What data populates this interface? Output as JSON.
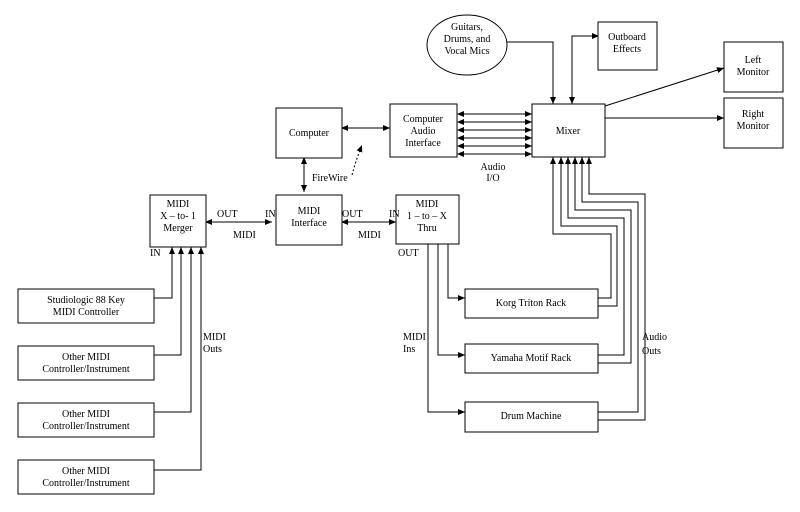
{
  "nodes": {
    "mics": "Guitars,|Drums, and|Vocal Mics",
    "effects": "Outboard|Effects",
    "left_monitor": "Left|Monitor",
    "right_monitor": "Right|Monitor",
    "computer": "Computer",
    "audio_interface": "Computer|Audio|Interface",
    "mixer": "Mixer",
    "merger": "MIDI|X – to- 1|Merger",
    "midi_interface": "MIDI|Interface",
    "thru": "MIDI|1 – to – X|Thru",
    "controller_88": "Studiologic 88 Key|MIDI Controller",
    "other_1": "Other MIDI|Controller/Instrument",
    "other_2": "Other MIDI|Controller/Instrument",
    "other_3": "Other MIDI|Controller/Instrument",
    "korg": "Korg Triton Rack",
    "yamaha": "Yamaha Motif Rack",
    "drum": "Drum Machine"
  },
  "labels": {
    "firewire": "FireWire",
    "audio_io": "Audio|I/O",
    "merger_in": "IN",
    "merger_out": "OUT",
    "iface_in": "IN",
    "iface_out": "OUT",
    "thru_in": "IN",
    "thru_out": "OUT",
    "midi_1": "MIDI",
    "midi_2": "MIDI",
    "midi_outs": "MIDI|Outs",
    "midi_ins": "MIDI|Ins",
    "audio_outs": "Audio|Outs"
  }
}
